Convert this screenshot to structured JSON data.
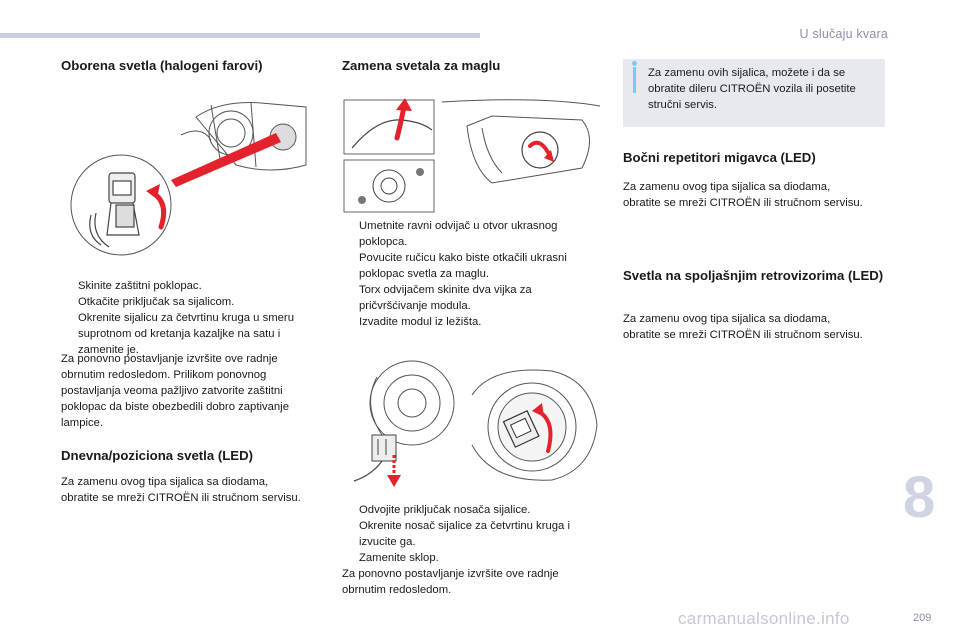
{
  "header": {
    "chapter_title": "U slučaju kvara"
  },
  "chapter_number": "8",
  "page_number": "209",
  "watermark": "carmanualsonline.info",
  "col1": {
    "section1_title": "Oborena svetla (halogeni farovi)",
    "steps": [
      "Skinite zaštitni poklopac.",
      "Otkačite priključak sa sijalicom.",
      "Okrenite sijalicu za četvrtinu kruga u smeru suprotnom od kretanja kazaljke na satu i zamenite je."
    ],
    "paragraph": "Za ponovno postavljanje izvršite ove radnje obrnutim redosledom. Prilikom ponovnog postavljanja veoma pažljivo zatvorite zaštitni poklopac da biste obezbedili dobro zaptivanje lampice.",
    "section2_title": "Dnevna/poziciona svetla (LED)",
    "section2_text": "Za zamenu ovog tipa sijalica sa diodama, obratite se mreži CITROËN ili stručnom servisu."
  },
  "col2": {
    "section_title": "Zamena svetala za maglu",
    "steps_a": [
      "Umetnite ravni odvijač u otvor ukrasnog poklopca.",
      "Povucite ručicu kako biste otkačili ukrasni poklopac svetla za maglu.",
      "Torx odvijačem skinite dva vijka za pričvršćivanje modula.",
      "Izvadite modul iz ležišta."
    ],
    "steps_b": [
      "Odvojite priključak nosača sijalice.",
      "Okrenite nosač sijalice za četvrtinu kruga i izvucite ga.",
      "Zamenite sklop."
    ],
    "paragraph": "Za ponovno postavljanje izvršite ove radnje obrnutim redosledom."
  },
  "col3": {
    "note": "Za zamenu ovih sijalica, možete i da se obratite dileru CITROËN vozila ili posetite stručni servis.",
    "section1_title": "Bočni repetitori migavca (LED)",
    "section1_text": "Za zamenu ovog tipa sijalica sa diodama, obratite se mreži CITROËN ili stručnom servisu.",
    "section2_title": "Svetla na spoljašnjim retrovizorima (LED)",
    "section2_text": "Za zamenu ovog tipa sijalica sa diodama, obratite se mreži CITROËN ili stručnom servisu."
  },
  "bullet_glyph": "",
  "colors": {
    "accent_red": "#e3222b",
    "header_bar": "#c8cde0",
    "note_bg": "#e8e9ee",
    "info_blue": "#7ec8f2"
  }
}
